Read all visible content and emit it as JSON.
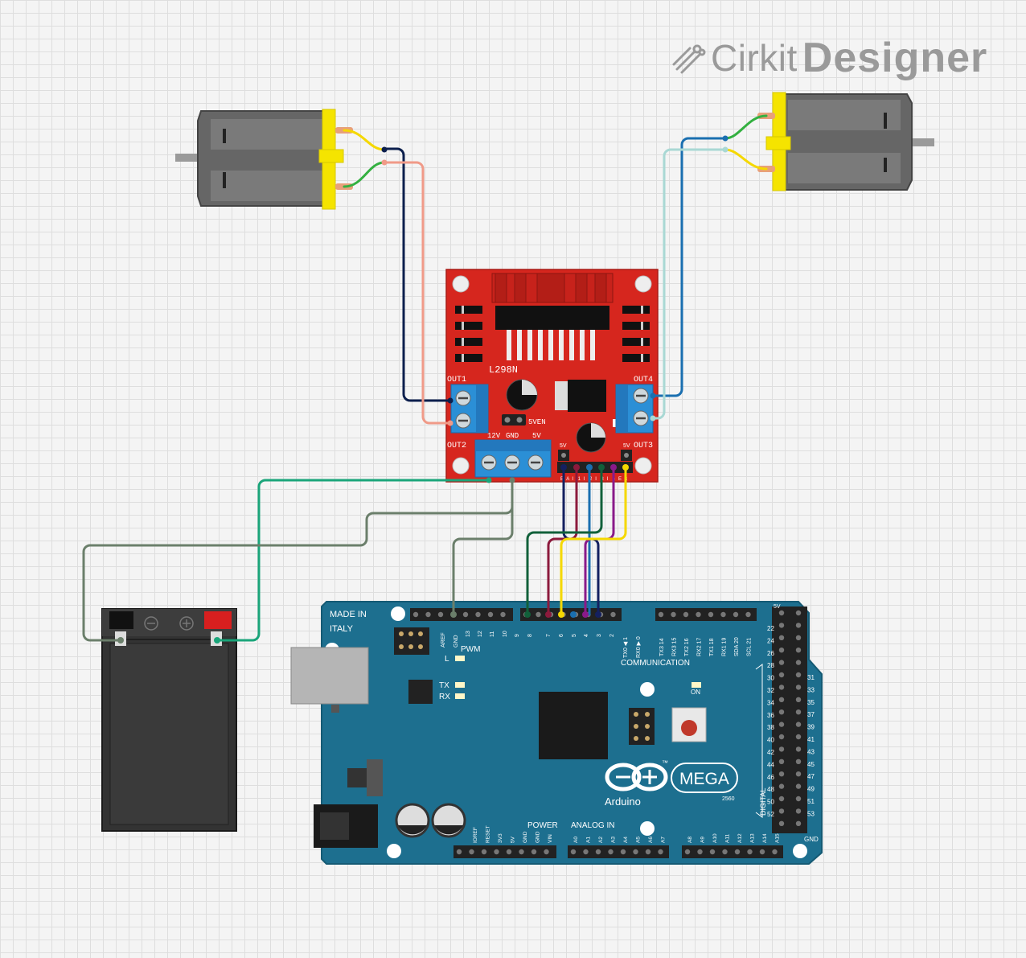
{
  "app": {
    "brand": "Cirkit",
    "product": "Designer"
  },
  "components": {
    "driver": {
      "model": "L298N",
      "out1": "OUT1",
      "out2": "OUT2",
      "out3": "OUT3",
      "out4": "OUT4",
      "enable_5v": "5VEN",
      "power_labels": [
        "12V",
        "GND",
        "5V"
      ],
      "logic_5v_left": "5V",
      "logic_5v_right": "5V",
      "input_labels": [
        "E",
        "A",
        "I",
        "1",
        "I",
        "2",
        "I",
        "3",
        "I",
        "4",
        "E",
        "B"
      ]
    },
    "arduino": {
      "made_in_1": "MADE IN",
      "made_in_2": "ITALY",
      "aref": "AREF",
      "gnd": "GND",
      "pwm_pins": [
        "13",
        "12",
        "11",
        "10",
        "9",
        "8",
        "7",
        "6",
        "5",
        "4",
        "3",
        "2",
        "1",
        "0"
      ],
      "tx0": "TX0 ◀ 1",
      "rx0": "RX0 ▶ 0",
      "comm_pins": [
        "TX3 14",
        "RX3 15",
        "TX2 16",
        "RX2 17",
        "TX1 18",
        "RX1 19",
        "SDA 20",
        "SCL 21"
      ],
      "pwm_label": "PWM",
      "comm_label": "COMMUNICATION",
      "led_l": "L",
      "led_tx": "TX",
      "led_rx": "RX",
      "led_on": "ON",
      "brand": "Arduino",
      "tm": "™",
      "model": "MEGA",
      "model_num": "2560",
      "power_label": "POWER",
      "power_pins": [
        "IOREF",
        "RESET",
        "3V3",
        "5V",
        "GND",
        "GND",
        "VIN"
      ],
      "analog_label": "ANALOG IN",
      "analog_pins": [
        "A0",
        "A1",
        "A2",
        "A3",
        "A4",
        "A5",
        "A6",
        "A7",
        "A8",
        "A9",
        "A10",
        "A11",
        "A12",
        "A13",
        "A14",
        "A15"
      ],
      "digital_label": "DIGITAL",
      "digital_left": [
        "22",
        "24",
        "26",
        "28",
        "30",
        "32",
        "34",
        "36",
        "38",
        "40",
        "42",
        "44",
        "46",
        "48",
        "50",
        "52"
      ],
      "digital_right": [
        "31",
        "33",
        "35",
        "37",
        "39",
        "41",
        "43",
        "45",
        "47",
        "49",
        "51",
        "53"
      ],
      "header_5v": "5V",
      "header_gnd": "GND"
    }
  },
  "colors": {
    "pcb_red": "#d6261e",
    "arduino_blue": "#1d6f8f",
    "terminal_blue": "#2b8fd6",
    "motor_yellow": "#f5e400",
    "wire_black": "#0c1f4d",
    "wire_salmon": "#f09a88",
    "wire_blue": "#1a6fb0",
    "wire_lightcyan": "#a9d8d4",
    "wire_green": "#1aa57a",
    "wire_gray": "#6b7f6b",
    "wire_darkgreen": "#11603a",
    "wire_maroon": "#8c1a3c",
    "wire_purple": "#8a1a8a",
    "wire_yellow": "#f5d800",
    "wire_navy": "#142060"
  }
}
